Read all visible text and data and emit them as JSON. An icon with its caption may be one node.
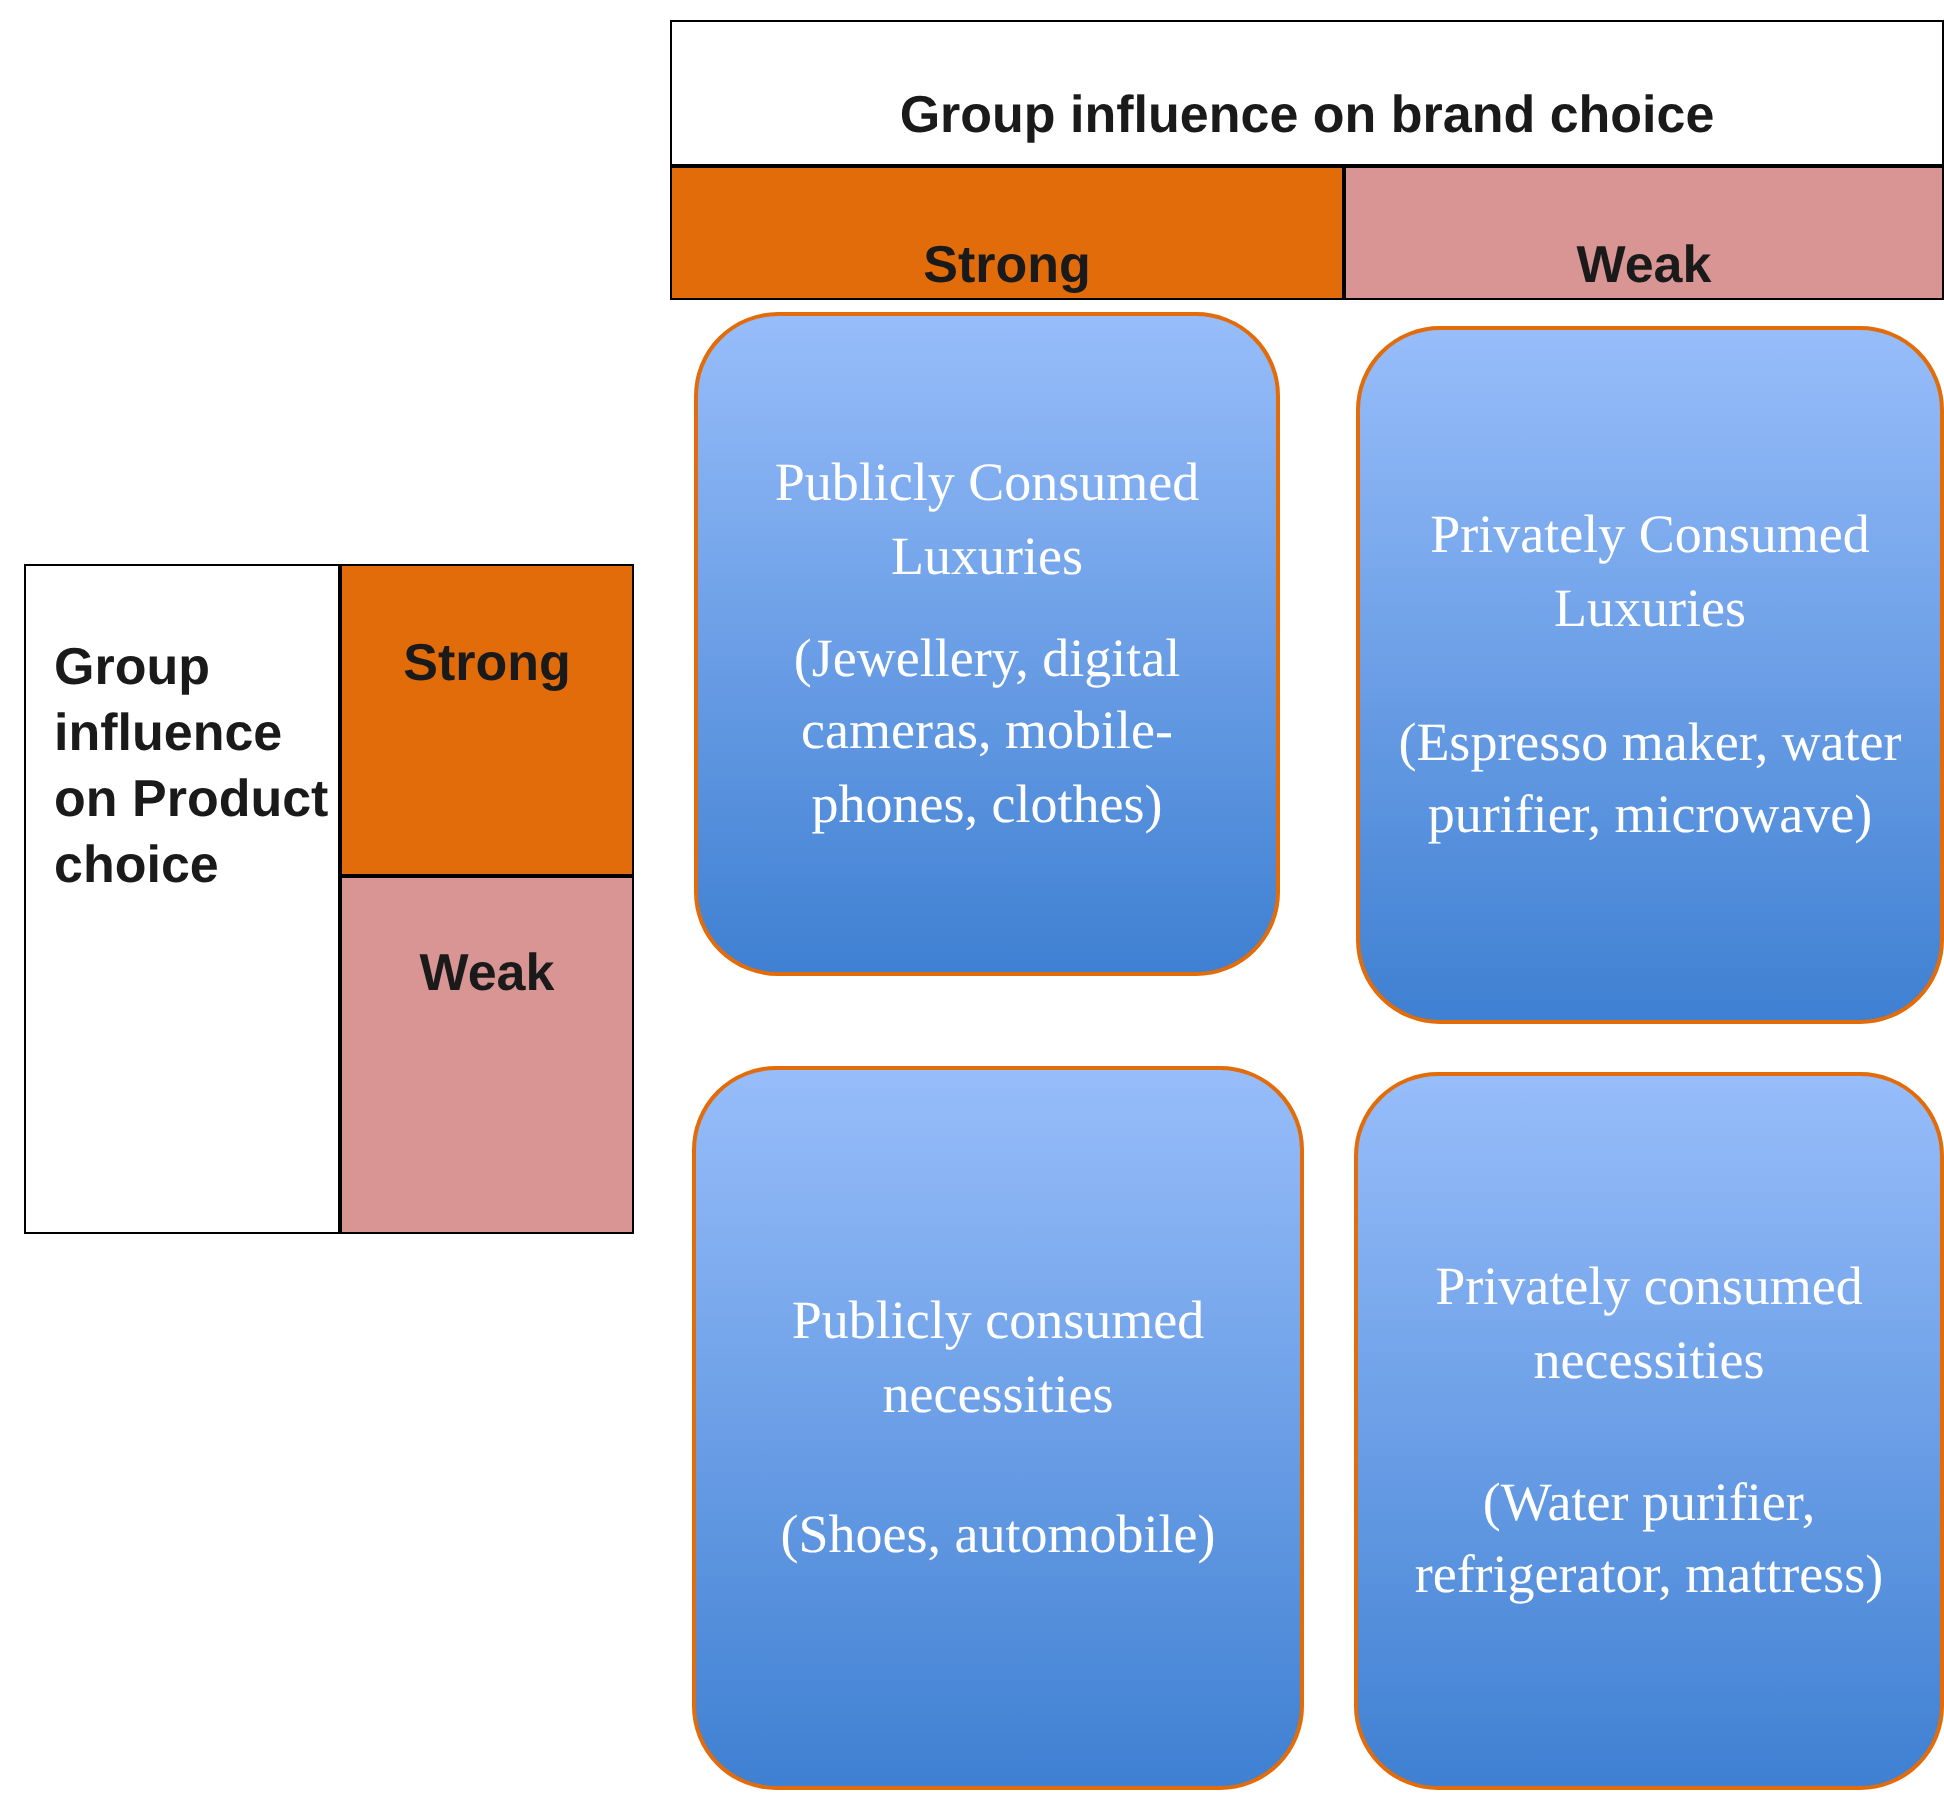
{
  "diagram": {
    "nodes": [
      {
        "text": [
          "Group influence on brand choice"
        ]
      },
      {
        "text": [
          "Strong"
        ]
      },
      {
        "text": [
          "Weak"
        ]
      },
      {
        "text": [
          "Group influence on Product choice"
        ]
      },
      {
        "text": [
          "Strong"
        ]
      },
      {
        "text": [
          "Weak"
        ]
      },
      {
        "text": [
          "Publicly Consumed Luxuries",
          "(Jewellery, digital cameras, mobile-phones, clothes)"
        ]
      },
      {
        "text": [
          "Privately Consumed Luxuries",
          "(Espresso maker, water purifier, microwave)"
        ]
      },
      {
        "text": [
          "Publicly consumed necessities",
          "(Shoes, automobile)"
        ]
      },
      {
        "text": [
          "Privately consumed necessities",
          "(Water purifier, refrigerator, mattress)"
        ]
      }
    ]
  }
}
